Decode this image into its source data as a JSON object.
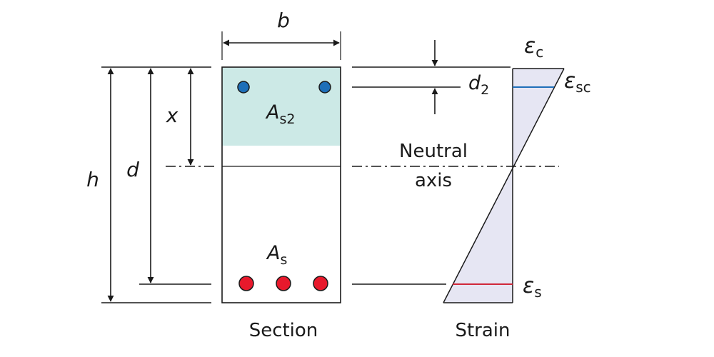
{
  "labels": {
    "b": "b",
    "h": "h",
    "d": "d",
    "x": "x",
    "d2_main": "d",
    "d2_sub": "2",
    "As2_main": "A",
    "As2_sub": "s2",
    "As_main": "A",
    "As_sub": "s",
    "eps_c_main": "ε",
    "eps_c_sub": "c",
    "eps_sc_main": "ε",
    "eps_sc_sub": "sc",
    "eps_s_main": "ε",
    "eps_s_sub": "s",
    "neutral_line1": "Neutral",
    "neutral_line2": "axis",
    "section": "Section",
    "strain": "Strain"
  },
  "colors": {
    "compression_zone": "#cce9e6",
    "strain_fill": "#e6e6f3",
    "top_bar": "#1e6fb8",
    "bottom_bar": "#e8192c",
    "eps_sc_line": "#1e6fb8",
    "eps_s_line": "#d0283a",
    "line": "#1a1a1a"
  },
  "bars": {
    "top_count": 2,
    "bottom_count": 3
  }
}
